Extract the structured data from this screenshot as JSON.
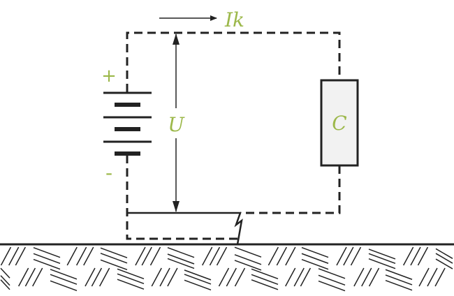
{
  "labels": {
    "current": "Ik",
    "voltage": "U",
    "capacitance": "C",
    "plus": "+",
    "minus": "-"
  },
  "colors": {
    "accent": "#9cb84a",
    "line": "#222222",
    "capacitor_fill": "#f2f2f2"
  }
}
